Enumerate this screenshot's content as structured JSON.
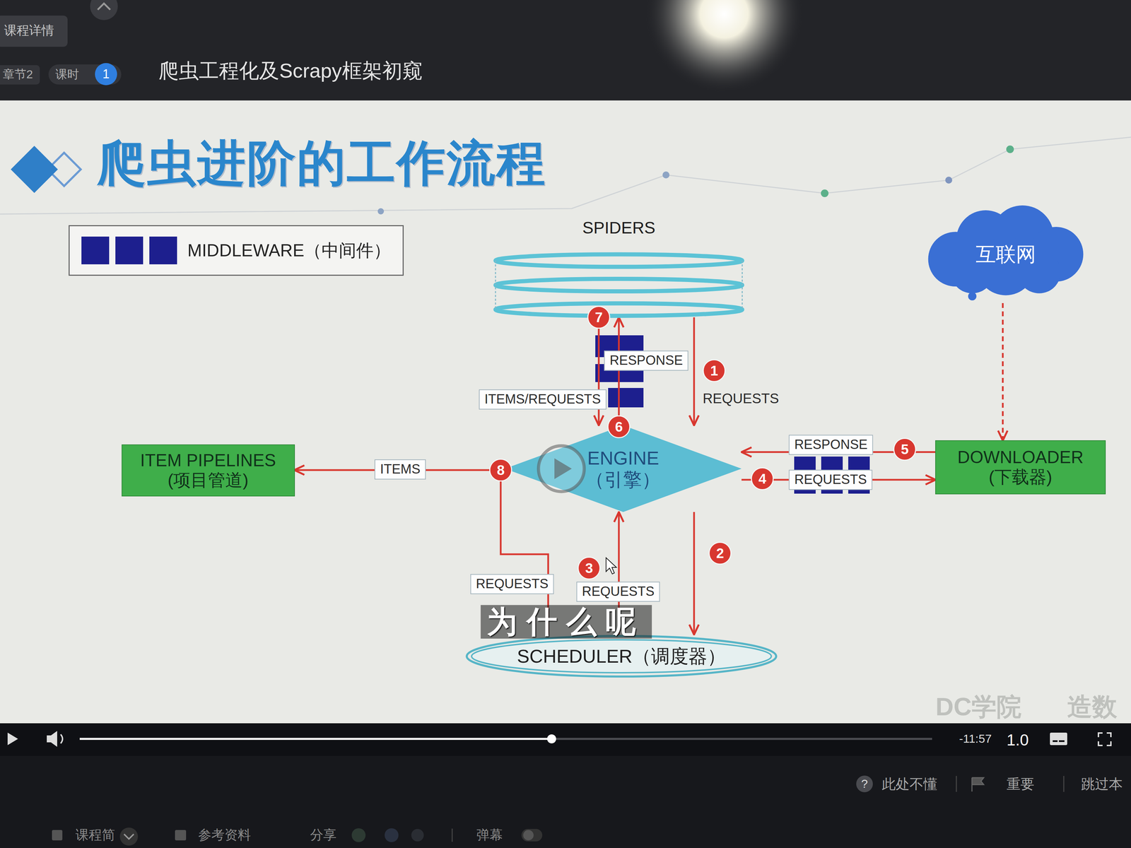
{
  "diagram": {
    "title": "爬虫进阶的工作流程",
    "nodes": [
      {
        "text": [
          "SPIDERS"
        ]
      },
      {
        "text": [
          "互联网"
        ]
      },
      {
        "text": [
          "ITEM PIPELINES (项目管道)"
        ]
      },
      {
        "text": [
          "ENGINE （引擎）"
        ]
      },
      {
        "text": [
          "DOWNLOADER (下载器)"
        ]
      },
      {
        "text": [
          "SCHEDULER（调度器）"
        ]
      }
    ],
    "edges": [
      {
        "from": 0,
        "to": 3,
        "label": "REQUESTS",
        "arrow": "to"
      },
      {
        "from": 3,
        "to": 5,
        "arrow": "to"
      },
      {
        "from": 5,
        "to": 3,
        "label": "REQUESTS",
        "arrow": "to"
      },
      {
        "from": 3,
        "to": 4,
        "label": "REQUESTS",
        "arrow": "to"
      },
      {
        "from": 4,
        "to": 3,
        "label": "RESPONSE",
        "arrow": "to"
      },
      {
        "from": 0,
        "to": 3,
        "label": "ITEMS/REQUESTS",
        "arrow": "to"
      },
      {
        "from": 3,
        "to": 0,
        "label": "RESPONSE",
        "arrow": "to"
      },
      {
        "from": 3,
        "to": 2,
        "label": "ITEMS",
        "arrow": "to"
      },
      {
        "from": 3,
        "to": 5,
        "label": "REQUESTS",
        "arrow": "none"
      },
      {
        "from": 1,
        "to": 4,
        "arrow": "to"
      }
    ],
    "labels": [
      "课程详情",
      "章节2",
      "课时",
      "1",
      "爬虫工程化及Scrapy框架初窥",
      "1",
      "2",
      "3",
      "4",
      "5",
      "6",
      "7",
      "8",
      "为什么呢",
      "DC学院",
      "造数",
      "-11:57",
      "1.0",
      "?",
      "此处不懂",
      "重要",
      "跳过本",
      "课程简",
      "参考资料",
      "分享",
      "弹幕"
    ],
    "legend": [
      {
        "text": "MIDDLEWARE（中间件）",
        "color": "#1d1f8e"
      }
    ]
  }
}
